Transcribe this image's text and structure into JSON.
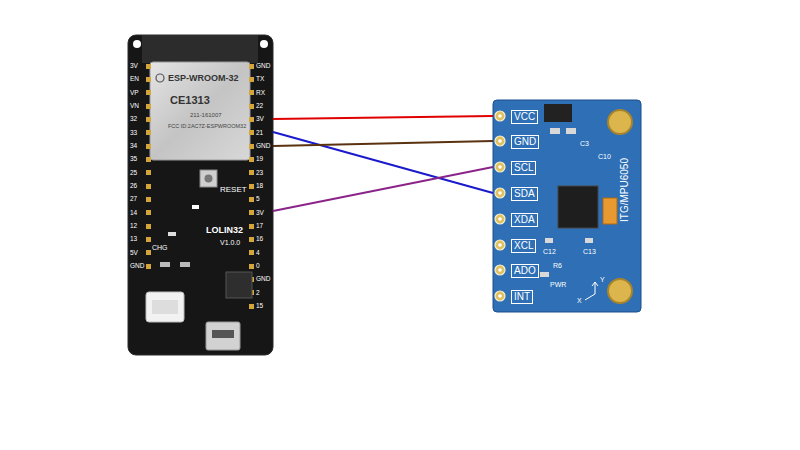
{
  "diagram": {
    "nodes": [
      {
        "text": [
          "ESP-WROOM-32",
          "CE1313",
          "211-161007",
          "FCC ID:2AC7Z-ESPWROOM32",
          "RESET",
          "LOLIN32",
          "V1.0.0",
          "CHG"
        ]
      },
      {
        "text": [
          "ITG/MPU6050"
        ]
      }
    ],
    "edges": [
      {
        "from": 0,
        "to": 1,
        "arrow": "none"
      },
      {
        "from": 0,
        "to": 1,
        "arrow": "none"
      },
      {
        "from": 0,
        "to": 1,
        "arrow": "none"
      },
      {
        "from": 0,
        "to": 1,
        "arrow": "none"
      }
    ],
    "labels": [
      "3V",
      "EN",
      "VP",
      "VN",
      "32",
      "33",
      "34",
      "35",
      "25",
      "26",
      "27",
      "14",
      "12",
      "13",
      "5V",
      "GND",
      "GND",
      "TX",
      "RX",
      "22",
      "3V",
      "21",
      "GND",
      "19",
      "23",
      "18",
      "5",
      "3V",
      "17",
      "16",
      "4",
      "0",
      "GND",
      "2",
      "15",
      "VCC",
      "GND",
      "SCL",
      "SDA",
      "XDA",
      "XCL",
      "ADO",
      "INT",
      "C3",
      "C10",
      "C12",
      "C13",
      "R6",
      "PWR",
      "X",
      "Y"
    ]
  }
}
